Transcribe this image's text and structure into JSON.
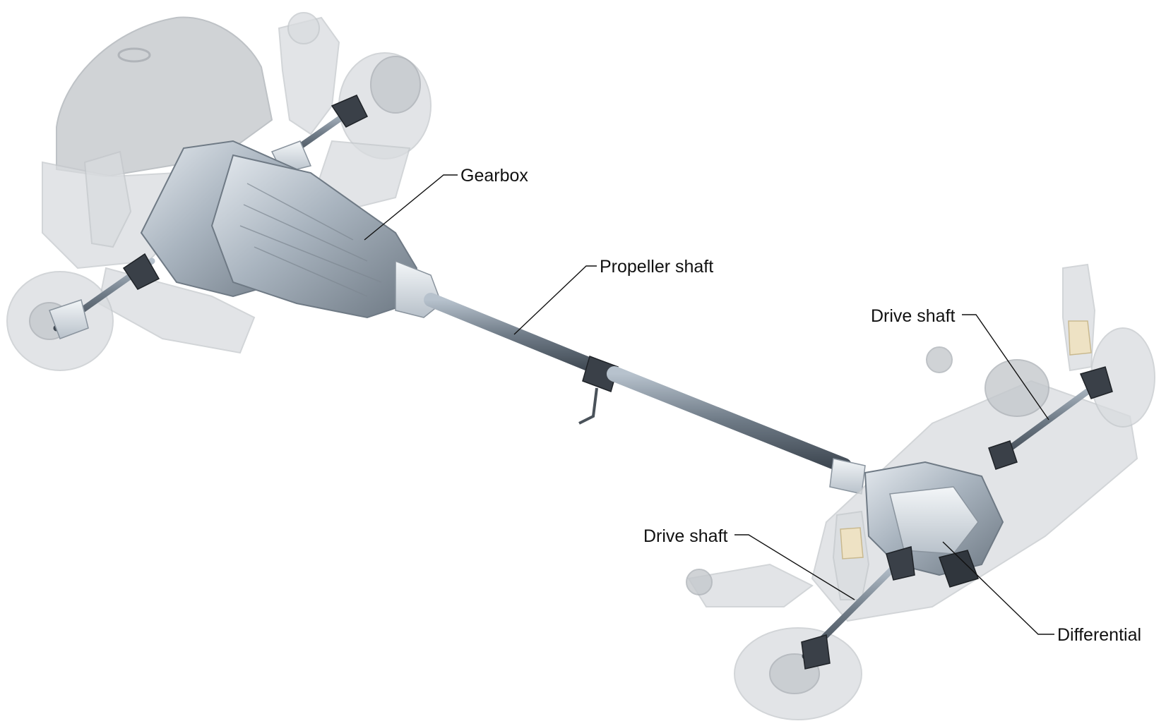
{
  "labels": {
    "gearbox": "Gearbox",
    "propeller_shaft": "Propeller shaft",
    "drive_shaft_upper": "Drive shaft",
    "drive_shaft_lower": "Drive shaft",
    "differential": "Differential"
  },
  "colors": {
    "background": "#ffffff",
    "label_text": "#111111",
    "metal": "#9aa6b2",
    "ghosted_parts": "#d9dcdf"
  }
}
